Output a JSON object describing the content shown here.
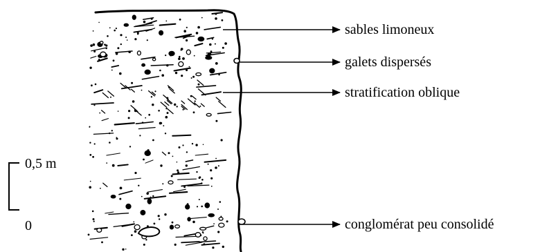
{
  "diagram": {
    "labels": [
      "sables limoneux",
      "galets dispersés",
      "stratification oblique",
      "conglomérat peu consolidé"
    ],
    "scale": {
      "top": "0,5 m",
      "bottom": "0"
    }
  }
}
